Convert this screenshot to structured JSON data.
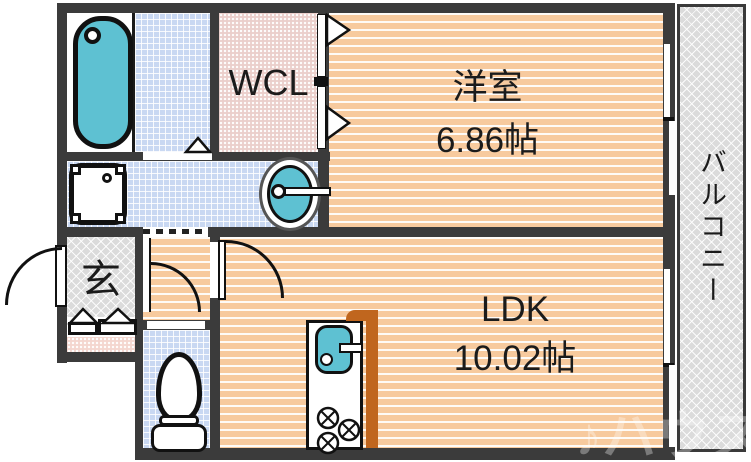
{
  "floorplan": {
    "rooms": {
      "wcl": {
        "label": "WCL"
      },
      "yoshitsu": {
        "label": "洋室",
        "size": "6.86帖"
      },
      "ldk": {
        "label": "LDK",
        "size": "10.02帖"
      },
      "genkan": {
        "label": "玄"
      },
      "balcony": {
        "label": "バルコニー"
      }
    },
    "watermark": {
      "text": "♪ハウス"
    },
    "colors": {
      "wall": "#3B3B3B",
      "room_orange": "#F7CA9E",
      "wet_area_blue": "#C9D8F2",
      "closet_pink": "#EBCFCB",
      "concrete_gray": "#DBDBDB",
      "fixture_teal": "#5EC1D2",
      "kitchen_counter": "#C0661E"
    }
  }
}
